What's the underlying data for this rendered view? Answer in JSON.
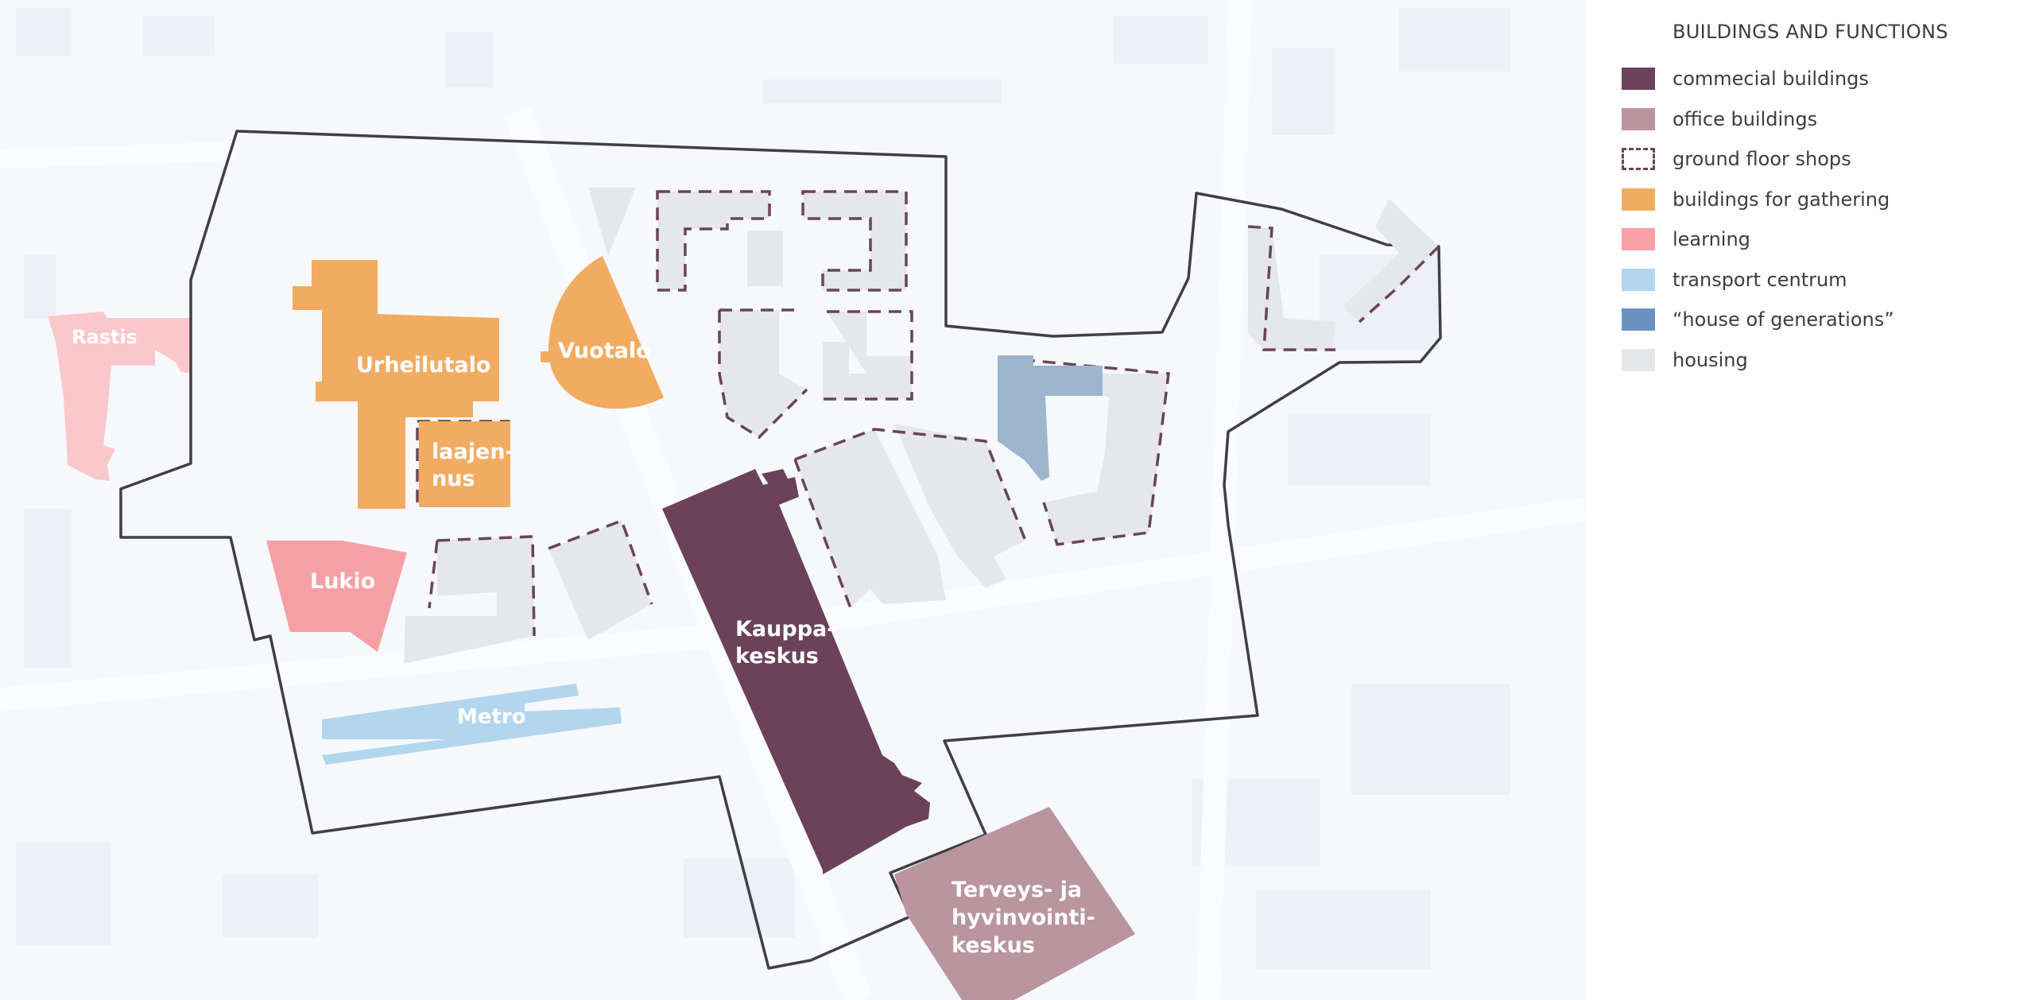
{
  "colors": {
    "commercial": "#6b4259",
    "office": "#b8959f",
    "dashed": "#6b4458",
    "gathering": "#f2ac62",
    "learning": "#f5a0a4",
    "learning_light": "#fac8cb",
    "transport": "#b2d6ee",
    "generations": "#9db5cd",
    "generations_legend": "#6c92bf",
    "housing": "#e6e7ea",
    "boundary": "#3f3f44",
    "background": "#f7f8fc"
  },
  "map": {
    "labels": {
      "rastis": "Rastis",
      "urheilutalo": "Urheilutalo",
      "laajennus": [
        "laajen-",
        "nus"
      ],
      "vuotalo": "Vuotalo",
      "lukio": "Lukio",
      "metro": "Metro",
      "kauppakeskus": [
        "Kauppa-",
        "keskus"
      ],
      "terveys": [
        "Terveys- ja",
        "hyvinvointi-",
        "keskus"
      ]
    }
  },
  "legend": {
    "title": "BUILDINGS AND FUNCTIONS",
    "items": [
      {
        "label": "commecial buildings",
        "color": "#6b4259",
        "style": "solid"
      },
      {
        "label": "office buildings",
        "color": "#b8959f",
        "style": "solid"
      },
      {
        "label": "ground floor shops",
        "color": "#6b4458",
        "style": "dashed"
      },
      {
        "label": "buildings for gathering",
        "color": "#f2ac62",
        "style": "solid"
      },
      {
        "label": "learning",
        "color": "#f7a1a5",
        "style": "solid"
      },
      {
        "label": "transport centrum",
        "color": "#b2d6ee",
        "style": "solid"
      },
      {
        "label": "“house of generations”",
        "color": "#6c92bf",
        "style": "solid"
      },
      {
        "label": "housing",
        "color": "#e6e7ea",
        "style": "solid"
      }
    ]
  }
}
